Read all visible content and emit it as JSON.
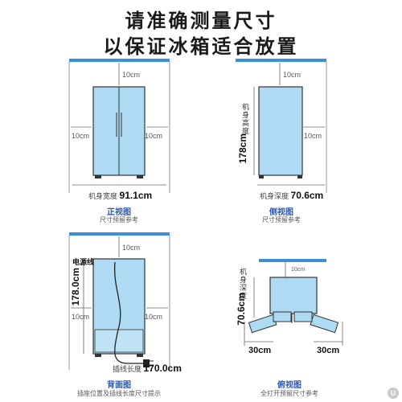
{
  "titles": {
    "line1": "请准确测量尺寸",
    "line2": "以保证冰箱适合放置"
  },
  "colors": {
    "fridge_fill": "#aedaf3",
    "fridge_stroke": "#333333",
    "accent_bar": "#3a8fd6",
    "caption": "#2a57b0"
  },
  "front": {
    "gap_top": "10cm",
    "gap_left": "10cm",
    "gap_right": "10cm",
    "measure_label": "机身宽度",
    "measure_value": "91.1cm",
    "caption": "正视图",
    "note": "尺寸预留参考"
  },
  "side": {
    "gap_top": "10cm",
    "gap_right": "10cm",
    "height_label": "机身高度",
    "height_value": "178cm",
    "measure_label": "机身深度",
    "measure_value": "70.6cm",
    "caption": "侧视图",
    "note": "尺寸预留参考"
  },
  "back": {
    "gap_top": "10cm",
    "gap_left": "10cm",
    "gap_right": "10cm",
    "cord_label": "电源线",
    "height_value": "178.0cm",
    "cord_length_label": "插线长度",
    "cord_length_value": "170.0cm",
    "caption": "背面图",
    "note": "插座位置及插线长度尺寸提示"
  },
  "top": {
    "gap_top": "10cm",
    "depth_label": "机身深度",
    "depth_value": "70.6cm",
    "door_left": "30cm",
    "door_right": "30cm",
    "caption": "俯视图",
    "note": "全打开预留尺寸参考"
  },
  "watermark": "U"
}
